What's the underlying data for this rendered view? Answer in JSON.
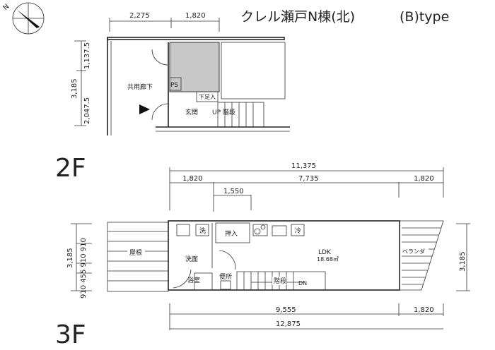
{
  "title": "クレル瀬戸N棟(北)",
  "type_label": "(B)type",
  "compass": "N",
  "floor2": {
    "label": "2F",
    "dims_top": [
      "2,275",
      "1,820"
    ],
    "dims_left": {
      "total": "3,185",
      "upper": "1,137.5",
      "lower": "2,047.5"
    },
    "rooms": {
      "corridor": "共用廊下",
      "ps": "PS",
      "shoe": "下足入",
      "entrance": "玄関",
      "stairs": "UP 階段"
    }
  },
  "floor3": {
    "label": "3F",
    "dims_top": {
      "total": "11,375",
      "left": "1,820",
      "middle": "7,735",
      "right": "1,820",
      "sub": "1,550"
    },
    "dims_bottom": {
      "left": "9,555",
      "right": "1,820",
      "total": "12,875"
    },
    "dims_left": {
      "total": "3,185",
      "parts": "910 455 910 910"
    },
    "dims_right": "3,185",
    "rooms": {
      "roof": "屋根",
      "washer": "洗",
      "closet": "押入",
      "fridge": "冷",
      "washroom": "洗面",
      "ldk": "LDK",
      "ldk_area": "18.68㎡",
      "bath": "浴室",
      "toilet": "便所",
      "stairs": "階段",
      "down": "DN",
      "veranda": "ベランダ"
    }
  }
}
